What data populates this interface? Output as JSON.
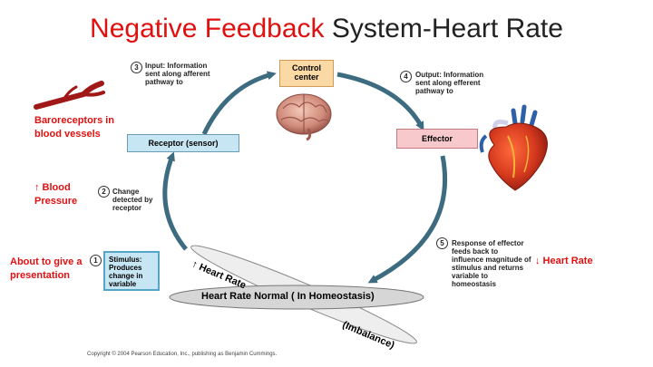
{
  "title": {
    "highlight": "Negative Feedback",
    "rest": " System-Heart Rate"
  },
  "nodes": {
    "control_center": "Control center",
    "receptor": "Receptor (sensor)",
    "effector": "Effector",
    "stimulus": "Stimulus: Produces change in variable"
  },
  "steps": {
    "step1_num": "1",
    "step2_num": "2",
    "step2_text": "Change detected by receptor",
    "step3_num": "3",
    "step3_text": "Input: Information sent along afferent pathway to",
    "step4_num": "4",
    "step4_text": "Output: Information sent along efferent pathway to",
    "step5_num": "5",
    "step5_text": "Response of effector feeds back to influence magnitude of stimulus and returns variable to homeostasis"
  },
  "annotations": {
    "baroreceptors": "Baroreceptors in blood vessels",
    "blood_pressure": "↑ Blood Pressure",
    "presentation": "About to give a presentation",
    "heart_rate_down": "↓ Heart Rate"
  },
  "seesaw": {
    "normal": "Heart Rate Normal ( In Homeostasis)",
    "heart_rate_up": "↑ Heart Rate",
    "imbalance": "(Imbalance)"
  },
  "copyright": "Copyright © 2004 Pearson Education, Inc., publishing as Benjamin Cummings.",
  "colors": {
    "title_highlight": "#e01010",
    "arrow": "#3d6b80",
    "control_fill": "#fbd9a5",
    "receptor_fill": "#c7e6f3",
    "effector_fill": "#f7c9cc",
    "stimulus_fill": "#c7e6f3",
    "annotation_red": "#e01010"
  },
  "icons": [
    "blood-vessel-icon",
    "brain-icon",
    "heart-icon"
  ]
}
